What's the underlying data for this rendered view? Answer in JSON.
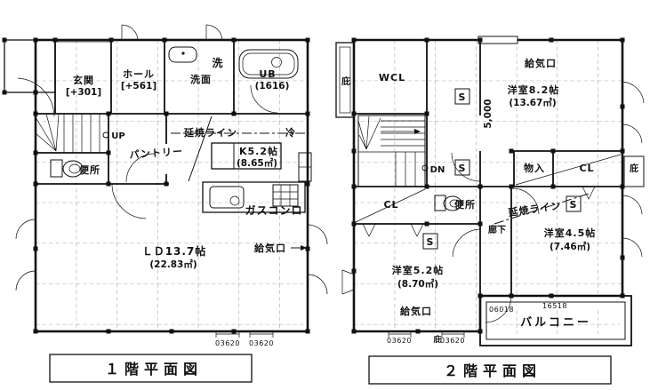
{
  "colors": {
    "line": "#111111",
    "background": "#ffffff"
  },
  "floor1": {
    "title": "１階平面図",
    "labels": {
      "genkan": "玄関",
      "genkan_level": "[+301]",
      "hall": "ホール",
      "hall_level": "[+561]",
      "laundry": "洗",
      "washroom": "洗面",
      "bath": "UB",
      "bath_size": "(1616)",
      "up": "UP",
      "pantry": "パントリー",
      "toilet": "便所",
      "fire_line": "延焼ライン",
      "fridge": "冷",
      "kitchen": "K5.2帖",
      "kitchen_area": "(8.65㎡)",
      "gas_stove": "ガスコンロ",
      "living": "ＬＤ13.7帖",
      "living_area": "(22.83㎡)",
      "air_vent": "給気口",
      "dim_a": "03620",
      "dim_b": "03620"
    }
  },
  "floor2": {
    "title": "２階平面図",
    "labels": {
      "eave_left": "庇",
      "wcl": "WCL",
      "s": "S",
      "air_vent_top": "給気口",
      "bedroom82": "洋室8.2帖",
      "bedroom82_area": "(13.67㎡)",
      "dim_height": "5,000",
      "dn": "DN",
      "storage": "物入",
      "closet_right": "CL",
      "eave_right": "庇",
      "closet_left": "CL",
      "toilet": "便所",
      "fire_line": "延焼ライン",
      "hallway": "廊下",
      "bedroom45": "洋室4.5帖",
      "bedroom45_area": "(7.46㎡)",
      "bedroom52": "洋室5.2帖",
      "bedroom52_area": "(8.70㎡)",
      "air_vent_bottom": "給気口",
      "dim_a": "03620",
      "eave_bottom": "庇",
      "dim_b": "03620",
      "balcony_dim_a": "06018",
      "balcony_dim_b": "16518",
      "balcony": "バルコニー"
    }
  }
}
